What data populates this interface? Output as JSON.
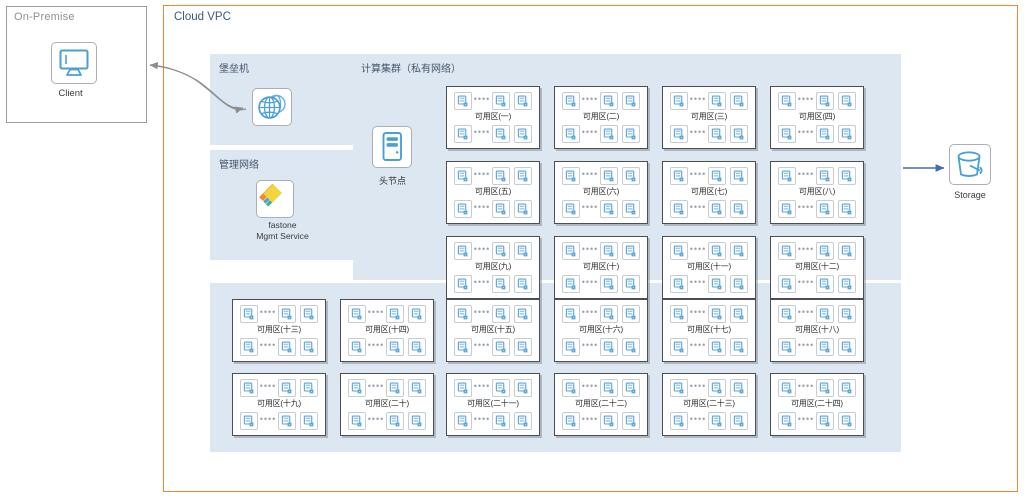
{
  "onpremise": {
    "title": "On-Premise",
    "client": {
      "label": "Client",
      "icon": "desktop-monitor-icon"
    }
  },
  "vpc": {
    "title": "Cloud VPC",
    "border_color": "#ed8936",
    "panels": {
      "bastion": {
        "title": "堡垒机",
        "icon": "globe-icon"
      },
      "mgmt": {
        "title": "管理网络",
        "icon": "fastone-logo-icon",
        "caption_line1": "fastone",
        "caption_line2": "Mgmt Service"
      },
      "cluster": {
        "title": "计算集群（私有网络）"
      }
    },
    "head_node": {
      "label": "头节点",
      "icon": "server-tower-icon"
    },
    "storage": {
      "label": "Storage",
      "icon": "bucket-icon"
    }
  },
  "panel_bg_color": "#dde7f2",
  "az_zones": [
    {
      "name": "可用区(一)",
      "row": 1,
      "col": 3
    },
    {
      "name": "可用区(二)",
      "row": 1,
      "col": 4
    },
    {
      "name": "可用区(三)",
      "row": 1,
      "col": 5
    },
    {
      "name": "可用区(四)",
      "row": 1,
      "col": 6
    },
    {
      "name": "可用区(五)",
      "row": 2,
      "col": 3
    },
    {
      "name": "可用区(六)",
      "row": 2,
      "col": 4
    },
    {
      "name": "可用区(七)",
      "row": 2,
      "col": 5
    },
    {
      "name": "可用区(八)",
      "row": 2,
      "col": 6
    },
    {
      "name": "可用区(九)",
      "row": 3,
      "col": 3
    },
    {
      "name": "可用区(十)",
      "row": 3,
      "col": 4
    },
    {
      "name": "可用区(十一)",
      "row": 3,
      "col": 5
    },
    {
      "name": "可用区(十二)",
      "row": 3,
      "col": 6
    },
    {
      "name": "可用区(十三)",
      "row": 4,
      "col": 1
    },
    {
      "name": "可用区(十四)",
      "row": 4,
      "col": 2
    },
    {
      "name": "可用区(十五)",
      "row": 4,
      "col": 3
    },
    {
      "name": "可用区(十六)",
      "row": 4,
      "col": 4
    },
    {
      "name": "可用区(十七)",
      "row": 4,
      "col": 5
    },
    {
      "name": "可用区(十八)",
      "row": 4,
      "col": 6
    },
    {
      "name": "可用区(十九)",
      "row": 5,
      "col": 1
    },
    {
      "name": "可用区(二十)",
      "row": 5,
      "col": 2
    },
    {
      "name": "可用区(二十一)",
      "row": 5,
      "col": 3
    },
    {
      "name": "可用区(二十二)",
      "row": 5,
      "col": 4
    },
    {
      "name": "可用区(二十三)",
      "row": 5,
      "col": 5
    },
    {
      "name": "可用区(二十四)",
      "row": 5,
      "col": 6
    }
  ],
  "az_layout": {
    "servers_per_row": 3,
    "rows_per_zone": 2,
    "ellipsis": "••••",
    "col_x": [
      232,
      340,
      446,
      554,
      662,
      770
    ],
    "row_y": [
      86,
      161,
      236,
      299,
      373
    ]
  },
  "connections": [
    {
      "from": "bastion",
      "to": "client",
      "style": "curved-arrow"
    },
    {
      "from": "cluster",
      "to": "storage",
      "style": "straight-arrow"
    }
  ]
}
